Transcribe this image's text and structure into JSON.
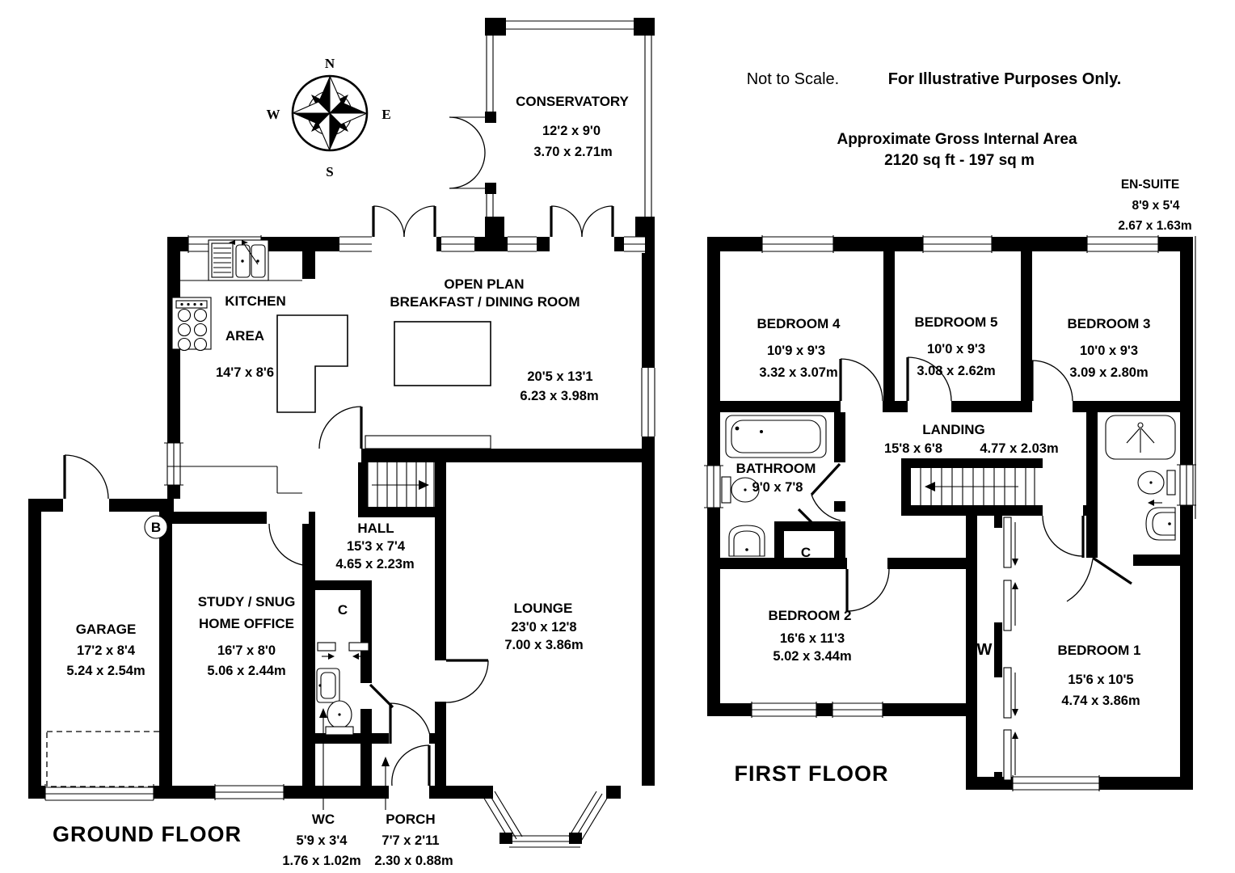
{
  "header": {
    "not_to_scale": "Not to Scale.",
    "illustrative": "For Illustrative Purposes Only.",
    "area_title": "Approximate Gross Internal Area",
    "area_value": "2120 sq ft - 197 sq m"
  },
  "compass": {
    "n": "N",
    "e": "E",
    "s": "S",
    "w": "W"
  },
  "ground": {
    "floor_label": "GROUND FLOOR",
    "conservatory": {
      "name": "CONSERVATORY",
      "imperial": "12'2 x 9'0",
      "metric": "3.70 x 2.71m"
    },
    "open_plan": {
      "line1": "OPEN PLAN",
      "line2": "BREAKFAST / DINING ROOM",
      "imperial": "20'5 x 13'1",
      "metric": "6.23 x 3.98m"
    },
    "kitchen": {
      "line1": "KITCHEN",
      "line2": "AREA",
      "imperial": "14'7 x 8'6"
    },
    "hall": {
      "name": "HALL",
      "imperial": "15'3 x 7'4",
      "metric": "4.65 x 2.23m"
    },
    "lounge": {
      "name": "LOUNGE",
      "imperial": "23'0 x 12'8",
      "metric": "7.00 x 3.86m"
    },
    "garage": {
      "name": "GARAGE",
      "imperial": "17'2 x 8'4",
      "metric": "5.24 x 2.54m"
    },
    "study": {
      "line1": "STUDY / SNUG",
      "line2": "HOME OFFICE",
      "imperial": "16'7 x 8'0",
      "metric": "5.06 x 2.44m"
    },
    "wc": {
      "name": "WC",
      "imperial": "5'9 x 3'4",
      "metric": "1.76 x 1.02m"
    },
    "porch": {
      "name": "PORCH",
      "imperial": "7'7 x 2'11",
      "metric": "2.30 x 0.88m"
    },
    "closet": "C",
    "boiler": "B"
  },
  "first": {
    "floor_label": "FIRST FLOOR",
    "bedroom4": {
      "name": "BEDROOM 4",
      "imperial": "10'9 x 9'3",
      "metric": "3.32 x 3.07m"
    },
    "bedroom5": {
      "name": "BEDROOM 5",
      "imperial": "10'0 x 9'3",
      "metric": "3.08 x 2.62m"
    },
    "bedroom3": {
      "name": "BEDROOM 3",
      "imperial": "10'0 x 9'3",
      "metric": "3.09 x 2.80m"
    },
    "ensuite": {
      "name": "EN-SUITE",
      "imperial": "8'9 x 5'4",
      "metric": "2.67 x 1.63m"
    },
    "landing": {
      "name": "LANDING",
      "imperial": "15'8 x 6'8",
      "metric": "4.77 x 2.03m"
    },
    "bathroom": {
      "name": "BATHROOM",
      "imperial": "9'0 x 7'8"
    },
    "bedroom2": {
      "name": "BEDROOM 2",
      "imperial": "16'6 x 11'3",
      "metric": "5.02 x 3.44m"
    },
    "bedroom1": {
      "name": "BEDROOM 1",
      "imperial": "15'6 x 10'5",
      "metric": "4.74 x 3.86m"
    },
    "closet": "C",
    "wardrobe": "W"
  }
}
